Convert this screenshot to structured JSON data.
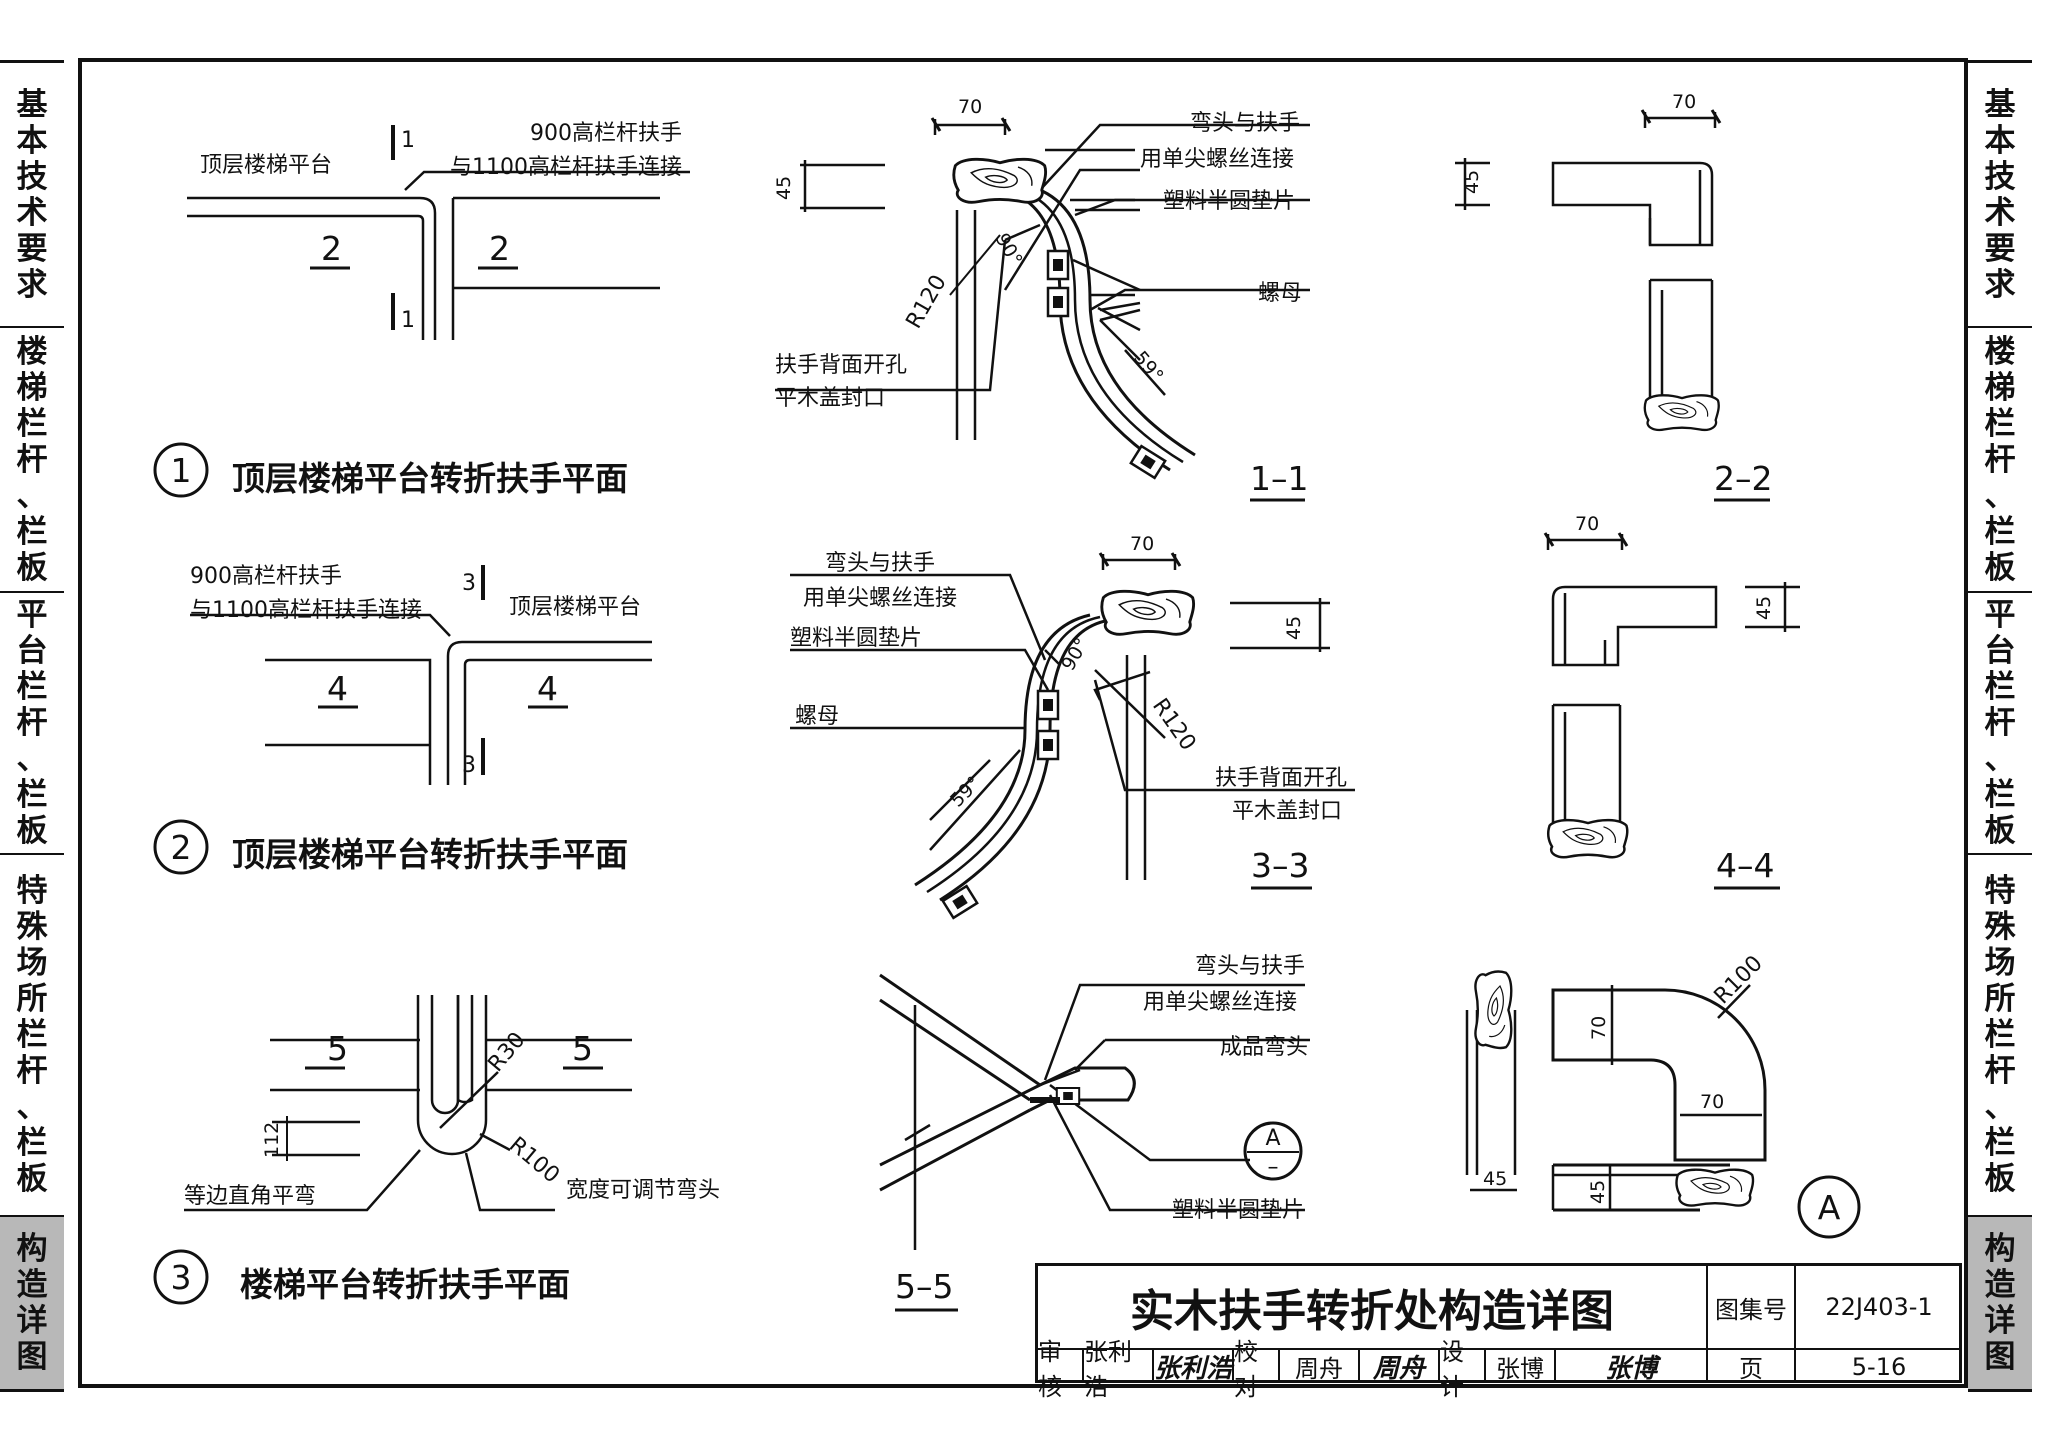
{
  "side_tabs": [
    {
      "label": "基本技术要求",
      "active": false
    },
    {
      "label": "楼梯栏杆、栏板",
      "active": false
    },
    {
      "label": "平台栏杆、栏板",
      "active": false
    },
    {
      "label": "特殊场所栏杆、栏板",
      "active": false
    },
    {
      "label": "构造详图",
      "active": true
    }
  ],
  "detail1": {
    "num": "1",
    "caption": "顶层楼梯平台转折扶手平面",
    "landing": "顶层楼梯平台",
    "note_line1": "900高栏杆扶手",
    "note_line2": "与1100高栏杆扶手连接",
    "cut_mark": "1",
    "sec_mark": "2"
  },
  "detail2": {
    "num": "2",
    "caption": "顶层楼梯平台转折扶手平面",
    "landing": "顶层楼梯平台",
    "note_line1": "900高栏杆扶手",
    "note_line2": "与1100高栏杆扶手连接",
    "cut_mark": "3",
    "sec_mark": "4"
  },
  "detail3": {
    "num": "3",
    "caption": "楼梯平台转折扶手平面",
    "sec_mark": "5",
    "r_small": "R30",
    "r_large": "R100",
    "gap": "112",
    "label_left": "等边直角平弯",
    "label_right": "宽度可调节弯头"
  },
  "sec11": {
    "label": "1–1",
    "dim_w": "70",
    "dim_h": "45",
    "angle90": "90°",
    "angle59": "59°",
    "radius": "R120",
    "note_a1": "弯头与扶手",
    "note_a2": "用单尖螺丝连接",
    "note_b": "塑料半圆垫片",
    "note_c": "螺母",
    "note_d1": "扶手背面开孔",
    "note_d2": "平木盖封口"
  },
  "sec22": {
    "label": "2–2",
    "dim_w": "70",
    "dim_h": "45"
  },
  "sec33": {
    "label": "3–3",
    "dim_w": "70",
    "dim_h": "45",
    "angle90": "90°",
    "angle59": "59°",
    "radius": "R120",
    "note_a1": "弯头与扶手",
    "note_a2": "用单尖螺丝连接",
    "note_b": "塑料半圆垫片",
    "note_c": "螺母",
    "note_d1": "扶手背面开孔",
    "note_d2": "平木盖封口"
  },
  "sec44": {
    "label": "4–4",
    "dim_w": "70",
    "dim_h": "45"
  },
  "sec55": {
    "label": "5–5",
    "note_a1": "弯头与扶手",
    "note_a2": "用单尖螺丝连接",
    "note_b": "成品弯头",
    "note_c": "塑料半圆垫片",
    "ref_top": "A",
    "ref_bottom": "–"
  },
  "detailA": {
    "label": "A",
    "radius": "R100",
    "dim1": "70",
    "dim2": "70",
    "dim3": "45",
    "dim4": "45"
  },
  "title_block": {
    "title": "实木扶手转折处构造详图",
    "atlas_label": "图集号",
    "atlas_no": "22J403-1",
    "review_label": "审核",
    "review_name": "张利浩",
    "review_sig": "张利浩",
    "check_label": "校对",
    "check_name": "周舟",
    "check_sig": "周舟",
    "design_label": "设计",
    "design_name": "张博",
    "design_sig": "张博",
    "page_label": "页",
    "page_no": "5-16"
  }
}
